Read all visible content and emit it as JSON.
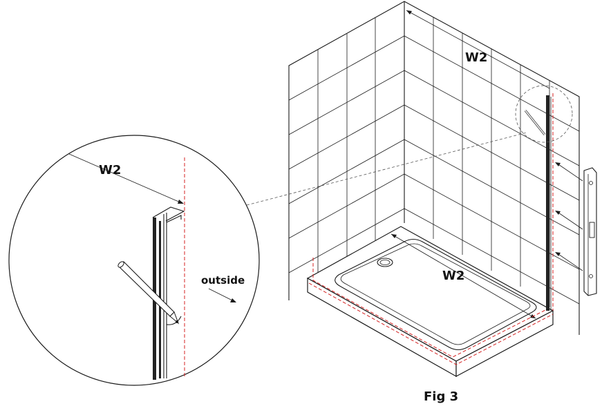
{
  "labels": {
    "wall_width": "W2",
    "callout_width": "W2",
    "tray_width": "W2",
    "direction": "outside",
    "figure": "Fig 3"
  },
  "colors": {
    "line": "#1a1a1a",
    "guide": "#d42020",
    "background": "#ffffff"
  }
}
